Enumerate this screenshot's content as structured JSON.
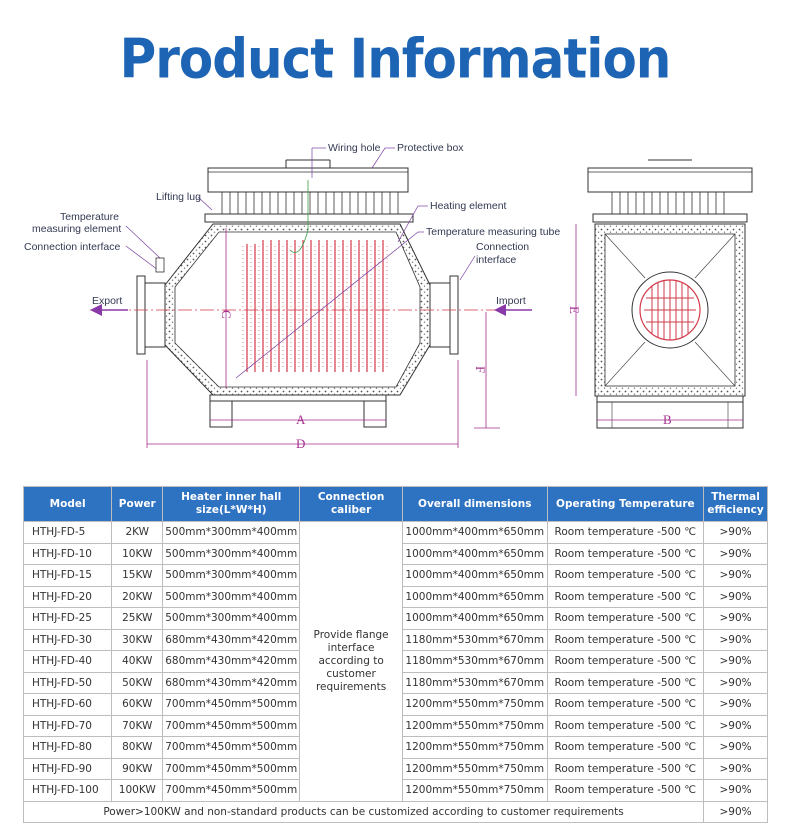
{
  "title": "Product Information",
  "diagram": {
    "labels": {
      "wiring_hole": "Wiring hole",
      "protective_box": "Protective box",
      "lifting_lug": "Lifting lug",
      "heating_element": "Heating element",
      "temp_measuring_element": "Temperature\nmeasuring element",
      "temp_measuring_tube": "Temperature measuring tube",
      "connection_interface_left": "Connection interface",
      "connection_interface_right": "Connection\ninterface",
      "export": "Export",
      "import": "Import"
    },
    "dimension_letters": {
      "A": "A",
      "B": "B",
      "C": "C",
      "D": "D",
      "E": "E",
      "F": "F"
    }
  },
  "table": {
    "headers": [
      "Model",
      "Power",
      "Heater inner hall size(L*W*H)",
      "Connection caliber",
      "Overall dimensions",
      "Operating Temperature",
      "Thermal efficiency"
    ],
    "connection_caliber": "Provide flange interface according to customer requirements",
    "rows": [
      {
        "model": "HTHJ-FD-5",
        "power": "2KW",
        "inner": "500mm*300mm*400mm",
        "overall": "1000mm*400mm*650mm",
        "temp": "Room temperature -500 ℃",
        "eff": ">90%"
      },
      {
        "model": "HTHJ-FD-10",
        "power": "10KW",
        "inner": "500mm*300mm*400mm",
        "overall": "1000mm*400mm*650mm",
        "temp": "Room temperature -500 ℃",
        "eff": ">90%"
      },
      {
        "model": "HTHJ-FD-15",
        "power": "15KW",
        "inner": "500mm*300mm*400mm",
        "overall": "1000mm*400mm*650mm",
        "temp": "Room temperature -500 ℃",
        "eff": ">90%"
      },
      {
        "model": "HTHJ-FD-20",
        "power": "20KW",
        "inner": "500mm*300mm*400mm",
        "overall": "1000mm*400mm*650mm",
        "temp": "Room temperature -500 ℃",
        "eff": ">90%"
      },
      {
        "model": "HTHJ-FD-25",
        "power": "25KW",
        "inner": "500mm*300mm*400mm",
        "overall": "1000mm*400mm*650mm",
        "temp": "Room temperature -500 ℃",
        "eff": ">90%"
      },
      {
        "model": "HTHJ-FD-30",
        "power": "30KW",
        "inner": "680mm*430mm*420mm",
        "overall": "1180mm*530mm*670mm",
        "temp": "Room temperature -500 ℃",
        "eff": ">90%"
      },
      {
        "model": "HTHJ-FD-40",
        "power": "40KW",
        "inner": "680mm*430mm*420mm",
        "overall": "1180mm*530mm*670mm",
        "temp": "Room temperature -500 ℃",
        "eff": ">90%"
      },
      {
        "model": "HTHJ-FD-50",
        "power": "50KW",
        "inner": "680mm*430mm*420mm",
        "overall": "1180mm*530mm*670mm",
        "temp": "Room temperature -500 ℃",
        "eff": ">90%"
      },
      {
        "model": "HTHJ-FD-60",
        "power": "60KW",
        "inner": "700mm*450mm*500mm",
        "overall": "1200mm*550mm*750mm",
        "temp": "Room temperature -500 ℃",
        "eff": ">90%"
      },
      {
        "model": "HTHJ-FD-70",
        "power": "70KW",
        "inner": "700mm*450mm*500mm",
        "overall": "1200mm*550mm*750mm",
        "temp": "Room temperature -500 ℃",
        "eff": ">90%"
      },
      {
        "model": "HTHJ-FD-80",
        "power": "80KW",
        "inner": "700mm*450mm*500mm",
        "overall": "1200mm*550mm*750mm",
        "temp": "Room temperature -500 ℃",
        "eff": ">90%"
      },
      {
        "model": "HTHJ-FD-90",
        "power": "90KW",
        "inner": "700mm*450mm*500mm",
        "overall": "1200mm*550mm*750mm",
        "temp": "Room temperature -500 ℃",
        "eff": ">90%"
      },
      {
        "model": "HTHJ-FD-100",
        "power": "100KW",
        "inner": "700mm*450mm*500mm",
        "overall": "1200mm*550mm*750mm",
        "temp": "Room temperature -500 ℃",
        "eff": ">90%"
      }
    ],
    "footer": {
      "note": "Power>100KW and non-standard products can be customized according to customer requirements",
      "eff": ">90%"
    }
  },
  "colors": {
    "title": "#1d64b4",
    "header_bg": "#2e72c2",
    "dimension_lines": "#a52f8f",
    "heating_element": "#d23a4a",
    "callout_lines": "#7a3fa0",
    "arrows": "#8a3aa8"
  }
}
